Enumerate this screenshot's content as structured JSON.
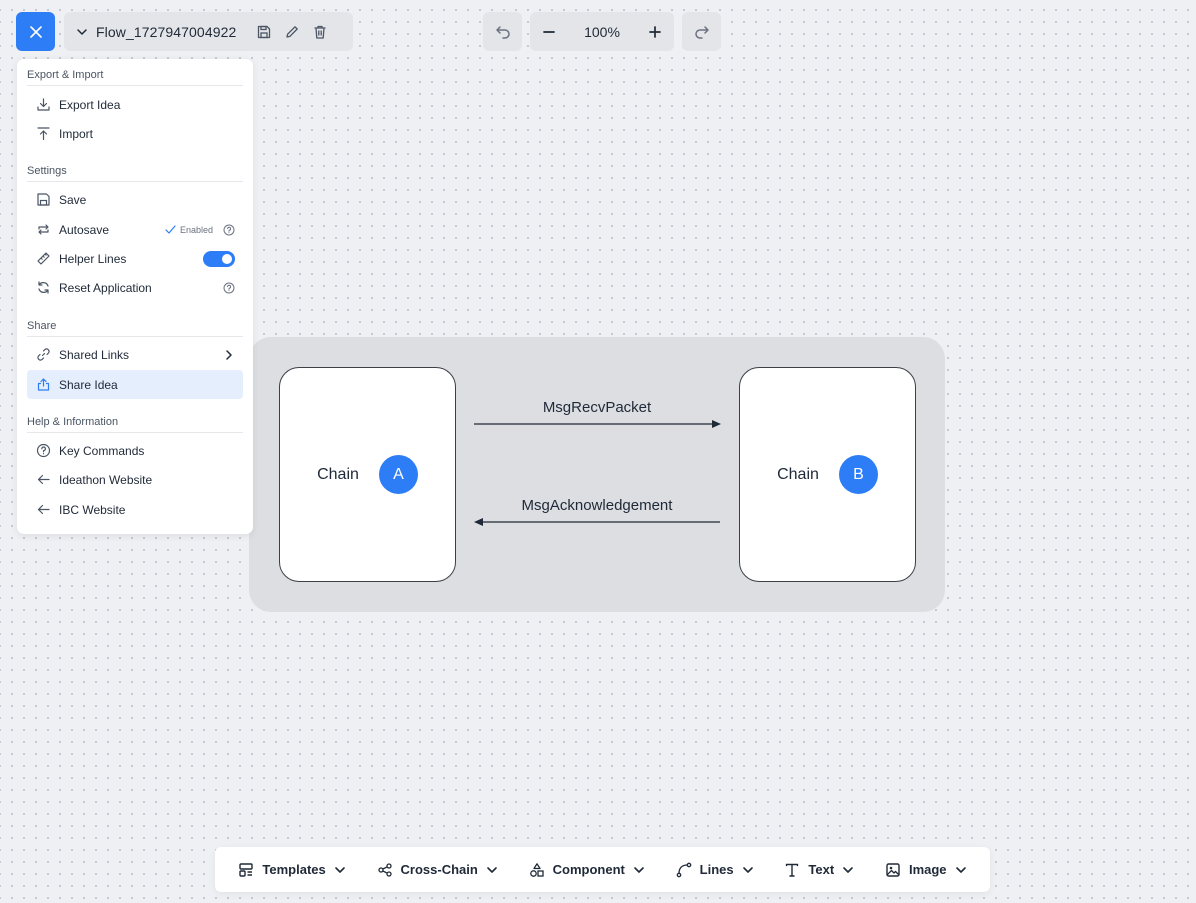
{
  "topbar": {
    "flow_name": "Flow_1727947004922",
    "zoom": "100%"
  },
  "menu": {
    "export_import": {
      "title": "Export & Import",
      "export_label": "Export Idea",
      "import_label": "Import"
    },
    "settings": {
      "title": "Settings",
      "save_label": "Save",
      "autosave_label": "Autosave",
      "autosave_status": "Enabled",
      "helper_lines_label": "Helper Lines",
      "helper_lines_on": true,
      "reset_label": "Reset Application"
    },
    "share": {
      "title": "Share",
      "shared_links_label": "Shared Links",
      "share_idea_label": "Share Idea"
    },
    "help": {
      "title": "Help & Information",
      "key_commands_label": "Key Commands",
      "ideathon_label": "Ideathon Website",
      "ibc_label": "IBC Website"
    }
  },
  "diagram": {
    "chain_a": {
      "label": "Chain",
      "badge": "A"
    },
    "chain_b": {
      "label": "Chain",
      "badge": "B"
    },
    "msg_top": "MsgRecvPacket",
    "msg_bottom": "MsgAcknowledgement"
  },
  "toolbar": {
    "templates": "Templates",
    "cross_chain": "Cross-Chain",
    "component": "Component",
    "lines": "Lines",
    "text": "Text",
    "image": "Image"
  },
  "colors": {
    "accent": "#2d7df6",
    "canvas": "#eef0f4",
    "group": "#dcdee2"
  }
}
